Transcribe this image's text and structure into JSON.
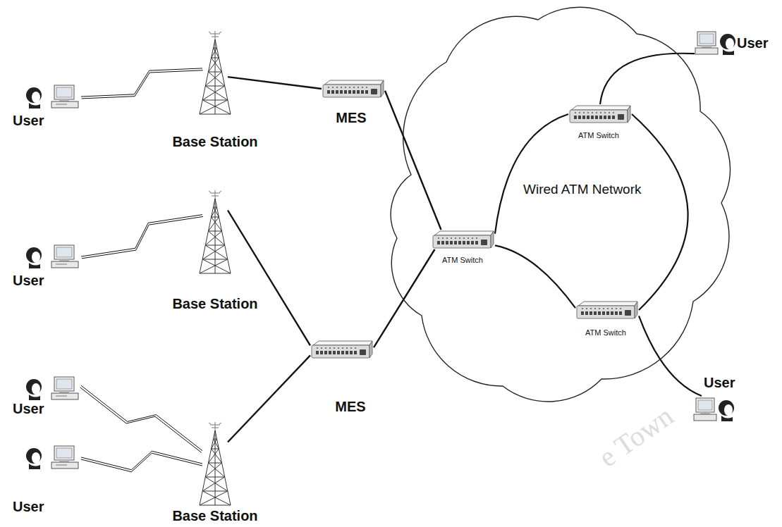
{
  "diagram": {
    "nodes": [
      {
        "text": [
          "User"
        ]
      },
      {
        "text": [
          "Base Station"
        ]
      },
      {
        "text": [
          "MES"
        ]
      },
      {
        "text": [
          "Wired ATM Network"
        ]
      },
      {
        "text": [
          "ATM Switch"
        ],
        "in": 3
      },
      {
        "text": [
          "ATM Switch"
        ],
        "in": 3
      },
      {
        "text": [
          "ATM Switch"
        ],
        "in": 3
      },
      {
        "text": [
          "User"
        ]
      },
      {
        "text": [
          "User"
        ]
      },
      {
        "text": [
          "Base Station"
        ]
      },
      {
        "text": [
          "MES"
        ]
      },
      {
        "text": [
          "User"
        ]
      },
      {
        "text": [
          "User"
        ]
      },
      {
        "text": [
          "User"
        ]
      },
      {
        "text": [
          "Base Station"
        ]
      }
    ],
    "edges": [
      {
        "from": 0,
        "to": 1,
        "arrow": "none"
      },
      {
        "from": 1,
        "to": 2,
        "arrow": "none"
      },
      {
        "from": 2,
        "to": 5,
        "arrow": "none"
      },
      {
        "from": 8,
        "to": 9,
        "arrow": "none"
      },
      {
        "from": 9,
        "to": 10,
        "arrow": "none"
      },
      {
        "from": 10,
        "to": 5,
        "arrow": "none"
      },
      {
        "from": 12,
        "to": 14,
        "arrow": "none"
      },
      {
        "from": 13,
        "to": 14,
        "arrow": "none"
      },
      {
        "from": 14,
        "to": 10,
        "arrow": "none"
      },
      {
        "from": 5,
        "to": 4,
        "arrow": "none"
      },
      {
        "from": 5,
        "to": 6,
        "arrow": "none"
      },
      {
        "from": 4,
        "to": 6,
        "arrow": "none"
      },
      {
        "from": 4,
        "to": 7,
        "arrow": "none"
      },
      {
        "from": 6,
        "to": 11,
        "arrow": "none"
      }
    ],
    "labels": [
      "e Town"
    ]
  }
}
